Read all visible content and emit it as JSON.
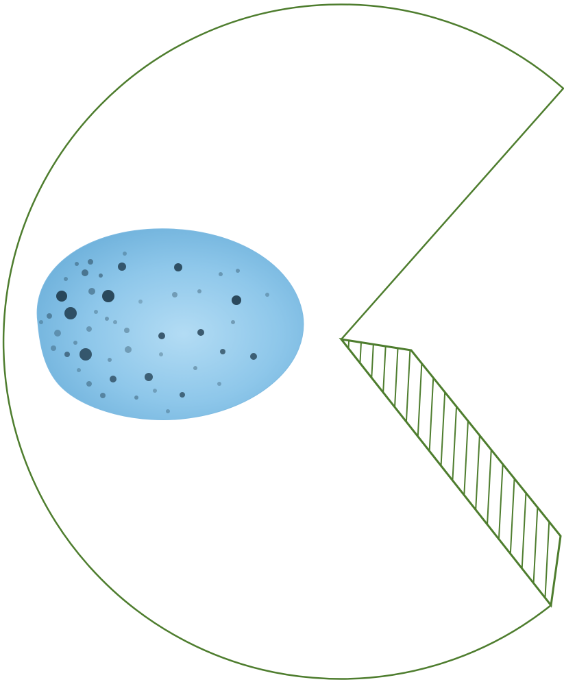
{
  "colors": {
    "background": "#ffffff",
    "outline": "#4e7d2e",
    "hatch": "#4e7d2e",
    "egg_base": "#8ec7ea",
    "egg_light": "#b3dcf4",
    "egg_shadow": "#6aaed9",
    "speckle": "#1f3b4d"
  },
  "icons": {
    "outline": "pac-man-outline-shape",
    "egg": "speckled-blue-egg",
    "hatch": "hatched-wedge-panel"
  }
}
